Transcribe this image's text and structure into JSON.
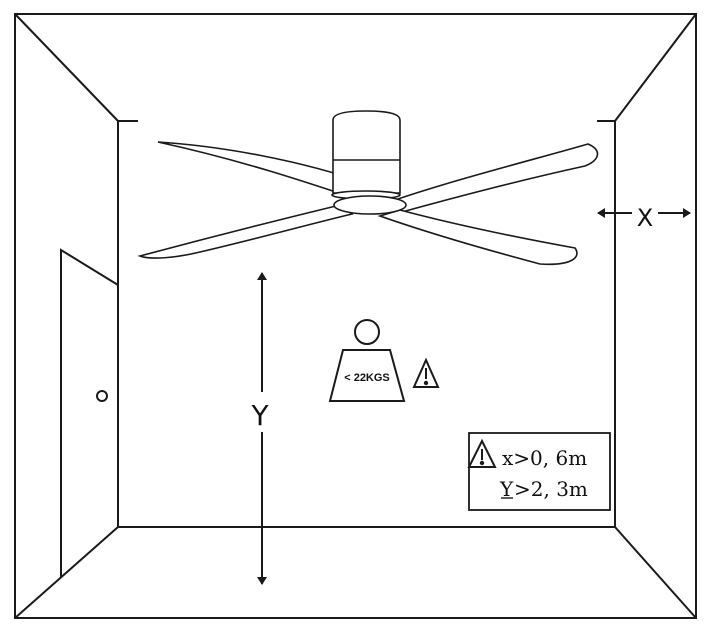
{
  "labels": {
    "x_gap": "X",
    "y_height": "Y",
    "weight": "< 22KGS"
  },
  "requirements": {
    "x_rule": "x>0, 6m",
    "y_letter": "Y",
    "y_rule": ">2, 3m"
  },
  "icons": {
    "warning": "warning-triangle-icon",
    "weight": "weight-icon",
    "arrows": "double-arrow-icon",
    "door_handle": "door-knob-icon"
  },
  "colors": {
    "line": "#1a1a1a",
    "background": "#ffffff"
  }
}
